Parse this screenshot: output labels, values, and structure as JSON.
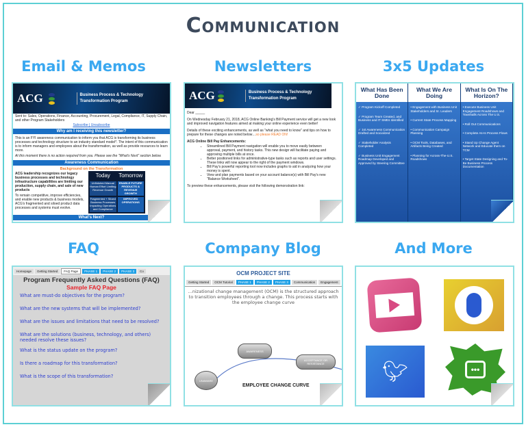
{
  "title": "Communication",
  "sections": [
    {
      "heading": "Email & Memos"
    },
    {
      "heading": "Newsletters"
    },
    {
      "heading": "3x5 Updates"
    },
    {
      "heading": "FAQ"
    },
    {
      "heading": "Company Blog"
    },
    {
      "heading": "And More"
    }
  ],
  "email": {
    "logo": "ACG",
    "program": "Business Process & Technology Transformation Program",
    "sent_to": "Sent to: Sales, Operations, Finance, Accounting, Procurement, Legal, Compliance, IT, Supply Chain, and other Program Stakeholders",
    "subscribe": "Subscribe",
    "unsubscribe": "Unsubscribe",
    "why": "Why am I receiving this newsletter?",
    "why_body": "This is an FYI awareness communication to inform you that ACG is transforming its business processes and technology structure to an industry standard model*. The intent of this communication is to inform managers and employees about the transformation, as well as provide resources to learn more.",
    "action": "At this moment there is no action required from you. Please see the \"What's Next\" section below.",
    "awareness": "Awareness Communication",
    "background": "Background on the Transformation",
    "bold_para": "ACG leadership recognizes our legacy business processes and technology infrastructure capabilities are limiting our production, supply chain, and sale of new products",
    "para2": "To remain competitive, improve efficiencies, and enable new products & business models, ACG's fragmented and siloed product data processes and systems must evolve.",
    "today": "Today",
    "tomorrow": "Tomorrow",
    "box1": "Unfinished Manual Human Effort Limiting Revenue Growth",
    "box2": "ENABLE FUTURE PRODUCTS & REVENUE GROWTH",
    "box3": "Fragmented + Siloed Business Processes Impacting Operations and Compliance",
    "box4": "IMPROVED OPERATIONS",
    "next": "What's Next?"
  },
  "newsletter": {
    "logo": "ACG",
    "program": "Business Process & Technology Transformation Program",
    "dear": "Dear _____",
    "p1": "On Wednesday February 21, 2018, ACG Online Banking's Bill Payment service will get a new look and improved navigation features aimed at making your online experience even better!",
    "p2": "Details of these exciting enhancements, as well as \"what you need to know\" and tips on how to prepare for these changes are noted below…",
    "read_on": "so please READ ON!",
    "enh": "ACG Online Bill Pay Enhancements:",
    "bullets": [
      "Streamlined Bill Payment navigation will enable you to move easily between approval, payment, and history tasks. This new design will facilitate paying and approving multiple bills at once.",
      "Better positioned links for administrative-type tasks such as reports and user settings. These links will now appear to the right of the payment windows.",
      "Bill Pay's powerful reporting tool now includes graphs to aid in analyzing how your money is spent.",
      "View and plan payments based on your account balance(s) with Bill Pay's new \"Balance Worksheet\"."
    ],
    "preview": "To preview these enhancements, please visit the following demonstration link:"
  },
  "updates": {
    "columns": [
      {
        "title": "What Has Been Done",
        "items": [
          "✓ Program Kickoff Completed",
          "✓ Program Team Created, and Business and IT SMEs Identified",
          "✓ 1st Awareness Communication Drafted and Socialized",
          "✓ Stakeholder Analysis Completed",
          "✓ Business Unit Engagement Roadmap Developed and Approved by Steering Committee"
        ]
      },
      {
        "title": "What We Are Doing",
        "items": [
          "• Engagement with Business Unit Stakeholders and Sr. Leaders",
          "• Current State Process Mapping",
          "• Communication Campaign Planning",
          "• OCM Tools, Databases, and Artifacts Being Created",
          "• Planning for Across-The-U.S. Roadshows"
        ]
      },
      {
        "title": "What Is On The Horizon?",
        "items": [
          "• Execute Business Unit Engagement Roadshows and Townhalls Across The U.S.",
          "• Roll Out Communications",
          "• Complete As-Is Process Flows",
          "• Stand Up Change Agent Network and Educate them on TCM",
          "• Target State Designing and To-Be Business Process Documentation"
        ]
      }
    ]
  },
  "faq": {
    "tabs": [
      "Homepage",
      "Getting Started",
      "FAQ Page",
      "PHASE 1",
      "PHASE 2",
      "PHASE 3",
      "Co"
    ],
    "title": "Program Frequently Asked Questions (FAQ)",
    "subtitle": "Sample FAQ Page",
    "questions": [
      "What are must-do objectives for the program?",
      "What are the new systems that will be implemented?",
      "What are the issues and limitations that need to be resolved?",
      "What are the solutions (business, technology, and others) needed resolve these issues?",
      "What is the status update on the program?",
      "Is there a roadmap for this transformation?",
      "What is the scope of this transformation?"
    ]
  },
  "blog": {
    "site": "OCM PROJECT SITE",
    "tabs": [
      "Getting Started",
      "OCM Tutorial",
      "PHASE 1",
      "PHASE 2",
      "PHASE 3",
      "Communication",
      "Engagement"
    ],
    "intro": "…nizational change management (OCM) is the structured approach to transition employees through a change. This process starts with the employee change curve",
    "nodes": [
      "UNAWARE",
      "AWARENESS",
      "ACCEPTANCE OR RESISTANCE"
    ],
    "curve": "EMPLOYEE CHANGE CURVE"
  },
  "more": {
    "icons": [
      "video-play",
      "microphone",
      "twitter-bird",
      "chat-bubble"
    ]
  },
  "colors": {
    "title": "#3d4a5c",
    "heading": "#3aa8f0",
    "border": "#5ccfd4"
  }
}
